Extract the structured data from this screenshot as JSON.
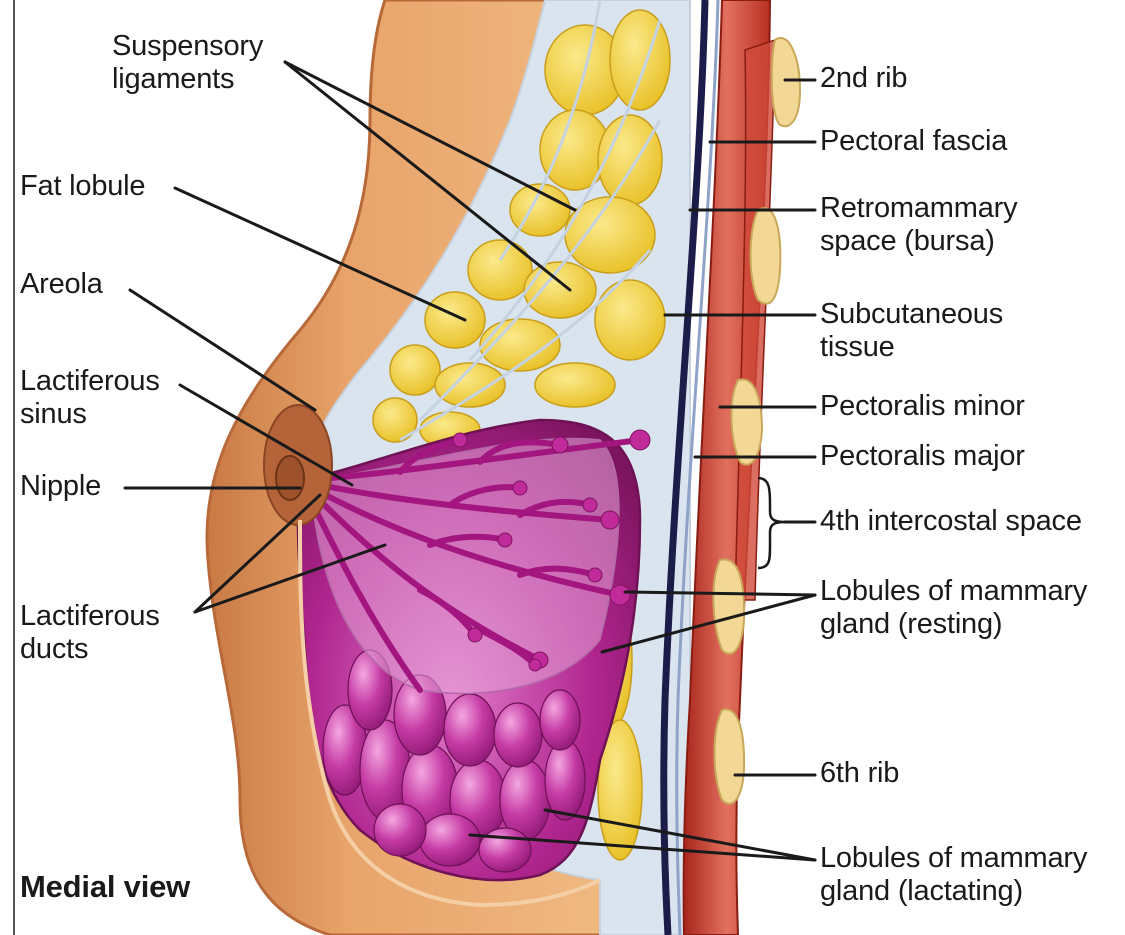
{
  "left_labels": {
    "suspensory_ligaments": [
      "Suspensory",
      "ligaments"
    ],
    "fat_lobule": [
      "Fat lobule"
    ],
    "areola": [
      "Areola"
    ],
    "lactiferous_sinus": [
      "Lactiferous",
      "sinus"
    ],
    "nipple": [
      "Nipple"
    ],
    "lactiferous_ducts": [
      "Lactiferous",
      "ducts"
    ]
  },
  "right_labels": {
    "second_rib": [
      "2nd rib"
    ],
    "pectoral_fascia": [
      "Pectoral fascia"
    ],
    "retromammary_space": [
      "Retromammary",
      "space (bursa)"
    ],
    "subcutaneous_tissue": [
      "Subcutaneous",
      "tissue"
    ],
    "pectoralis_minor": [
      "Pectoralis minor"
    ],
    "pectoralis_major": [
      "Pectoralis major"
    ],
    "intercostal_space": [
      "4th intercostal space"
    ],
    "lobules_resting": [
      "Lobules of mammary",
      "gland (resting)"
    ],
    "sixth_rib": [
      "6th rib"
    ],
    "lobules_lactating": [
      "Lobules of mammary",
      "gland (lactating)"
    ]
  },
  "view_caption": "Medial view",
  "colors": {
    "skin": "#e8a46a",
    "skin_dark": "#c97a45",
    "fat": "#f2cf3a",
    "fat_light": "#f7e37a",
    "connective": "#cfdbe8",
    "gland": "#b0258f",
    "gland_light": "#d65bb8",
    "muscle": "#c63d2e",
    "muscle_light": "#e2705f",
    "rib": "#f2d894",
    "fascia": "#1c1c4a",
    "leader": "#1a1a1a"
  }
}
